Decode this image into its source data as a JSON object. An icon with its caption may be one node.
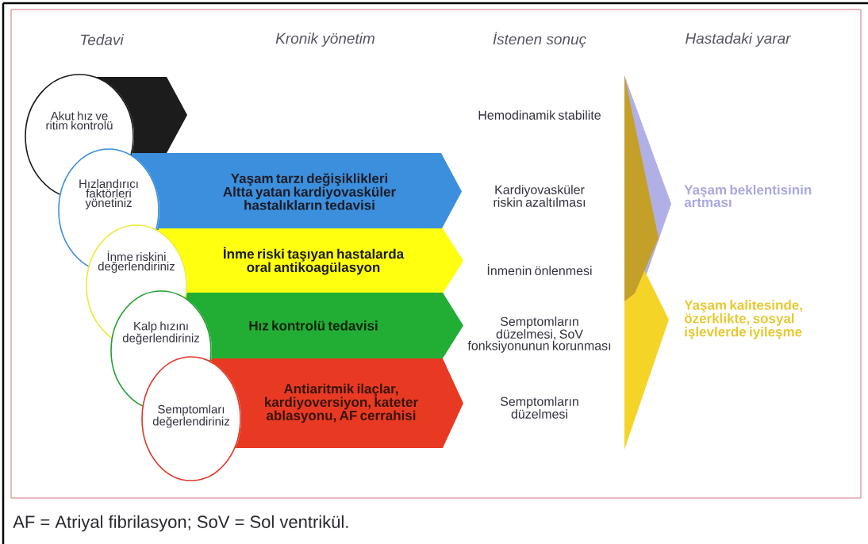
{
  "diagram": {
    "caption": "AF = Atriyal fibrilasyon; SoV = Sol ventrikül.",
    "nodes": [
      {
        "text": [
          "Akut hız ve ritim kontrolü"
        ]
      },
      {
        "text": [],
        "shape": "arrow"
      },
      {
        "text": [
          "Hızlandırıcı faktörleri yönetiniz"
        ]
      },
      {
        "text": [
          "Yaşam tarzı değişiklikleri Altta yatan kardiyovasküler hastalıkların tedavisi"
        ]
      },
      {
        "text": [
          "İnme riskini değerlendiriniz"
        ]
      },
      {
        "text": [
          "İnme riski taşıyan hastalarda oral antikoagülasyon"
        ]
      },
      {
        "text": [
          "Kalp hızını değerlendiriniz"
        ]
      },
      {
        "text": [
          "Hız kontrolü tedavisi"
        ]
      },
      {
        "text": [
          "Semptomları değerlendiriniz"
        ]
      },
      {
        "text": [
          "Antiaritmik ilaçlar, kardiyoversiyon, kateter ablasyonu, AF cerrahisi"
        ]
      }
    ],
    "labels": [
      "Tedavi",
      "Kronik yönetim",
      "İstenen sonuç",
      "Hastadaki yarar",
      "Hemodinamik stabilite",
      "Kardiyovasküler riskin azaltılması",
      "İnmenin önlenmesi",
      "Semptomların düzelmesi, SoV fonksiyonunun korunması",
      "Semptomların düzelmesi",
      "Yaşam beklentisinin artması",
      "Yaşam kalitesinde, özerklikte, sosyal işlevlerde iyileşme"
    ]
  }
}
